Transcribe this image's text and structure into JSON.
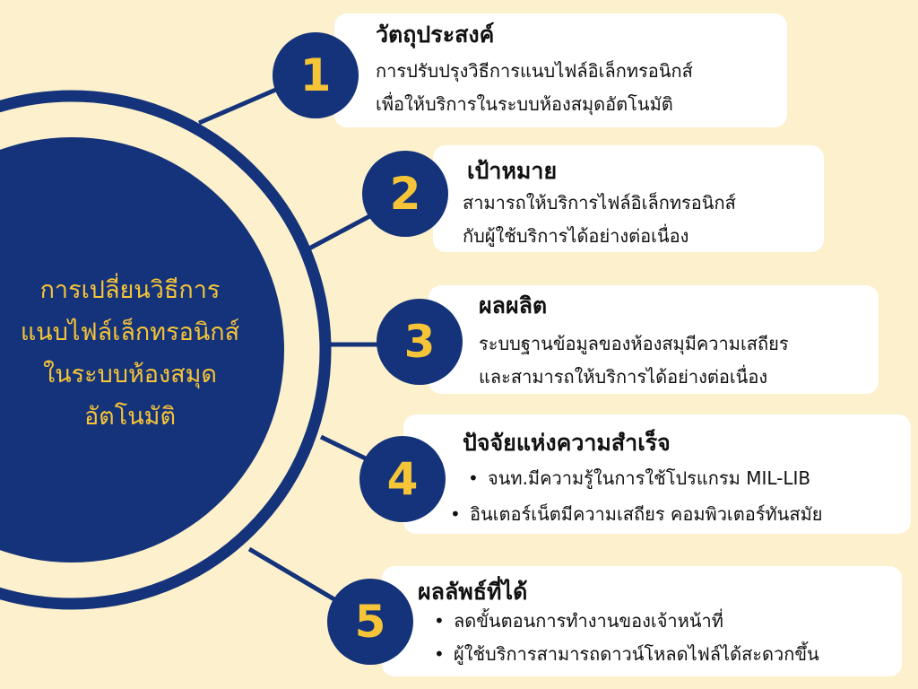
{
  "colors": {
    "background": "#fdf0cc",
    "navy": "#14337a",
    "accent_yellow": "#f6c437",
    "card": "#ffffff"
  },
  "hub": {
    "lines": [
      "การเปลี่ยนวิธีการ",
      "แนบไฟล์เล็กทรอนิกส์",
      "ในระบบห้องสมุด",
      "อัตโนมัติ"
    ]
  },
  "items": [
    {
      "number": "1",
      "title": "วัตถุประสงค์",
      "lines": [
        "การปรับปรุงวิธีการแนบไฟล์อิเล็กทรอนิกส์",
        "เพื่อให้บริการในระบบห้องสมุดอัตโนมัติ"
      ]
    },
    {
      "number": "2",
      "title": "เป้าหมาย",
      "lines": [
        "สามารถให้บริการไฟล์อิเล็กทรอนิกส์",
        "กับผู้ใช้บริการได้อย่างต่อเนื่อง"
      ]
    },
    {
      "number": "3",
      "title": "ผลผลิต",
      "lines": [
        "ระบบฐานข้อมูลของห้องสมุมีความเสถียร",
        "และสามารถให้บริการได้อย่างต่อเนื่อง"
      ]
    },
    {
      "number": "4",
      "title": "ปัจจัยแห่งความสำเร็จ",
      "bullets": [
        "จนท.มีความรู้ในการใช้โปรแกรม MIL-LIB",
        "อินเตอร์เน็ตมีความเสถียร คอมพิวเตอร์ทันสมัย"
      ]
    },
    {
      "number": "5",
      "title": "ผลลัพธ์ที่ได้",
      "bullets": [
        "ลดขั้นตอนการทำงานของเจ้าหน้าที่",
        "ผู้ใช้บริการสามารถดาวน์โหลดไฟล์ได้สะดวกขึ้น"
      ]
    }
  ]
}
